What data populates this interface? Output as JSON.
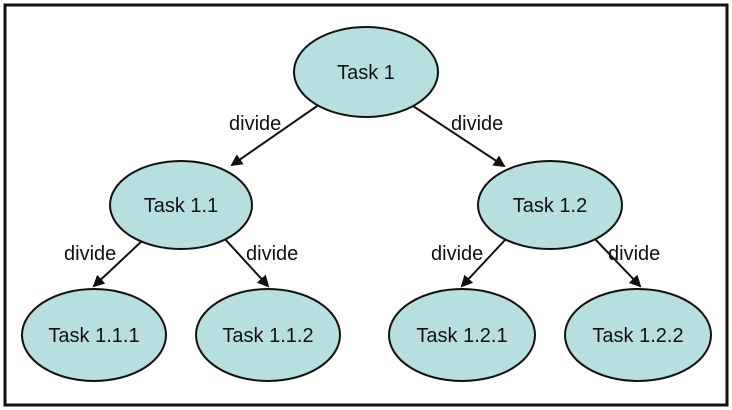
{
  "colors": {
    "node_fill": "#b7dfe0",
    "stroke": "#111111",
    "background": "#ffffff"
  },
  "nodes": {
    "task_1": "Task 1",
    "task_1_1": "Task 1.1",
    "task_1_2": "Task 1.2",
    "task_1_1_1": "Task 1.1.1",
    "task_1_1_2": "Task 1.1.2",
    "task_1_2_1": "Task 1.2.1",
    "task_1_2_2": "Task 1.2.2"
  },
  "edges": {
    "task_1_to_1_1": "divide",
    "task_1_to_1_2": "divide",
    "task_1_1_to_1_1_1": "divide",
    "task_1_1_to_1_1_2": "divide",
    "task_1_2_to_1_2_1": "divide",
    "task_1_2_to_1_2_2": "divide"
  }
}
